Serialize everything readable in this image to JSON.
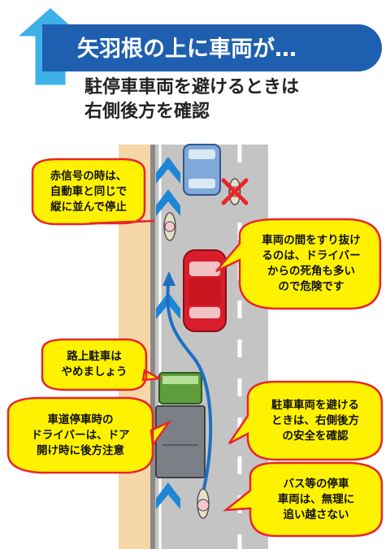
{
  "header": {
    "title": "矢羽根の上に車両が…",
    "subtitle": "駐停車車両を避けるときは\n右側後方を確認"
  },
  "callouts": {
    "red_light": "赤信号の時は、\n自動車と同じで\n縦に並んで停止",
    "slip_through": "車両の間をすり抜け\nるのは、ドライバー\nからの死角も多い\nので危険です",
    "no_parking": "路上駐車は\nやめましょう",
    "stopping": "車道停車時の\nドライバーは、ドア\n開け時に後方注意",
    "avoid_parked": "駐車車両を避ける\nときは、右側後方\nの安全を確認",
    "no_overtake": "バス等の停車\n車両は、無理に\n追い越さない"
  },
  "colors": {
    "banner": "#1f5fb0",
    "arrow_logo": "#3db1e8",
    "road": "#bfbfbf",
    "sidewalk": "#f6d7a8",
    "lane_arrow": "#1d86d6",
    "bubble_fill": "#fff200",
    "bubble_stroke": "#e8262a",
    "red_car": "#d81e2c",
    "blue_car": "#7fa9d8",
    "truck_cab": "#5e9c3c",
    "truck_body": "#7b7f86"
  }
}
